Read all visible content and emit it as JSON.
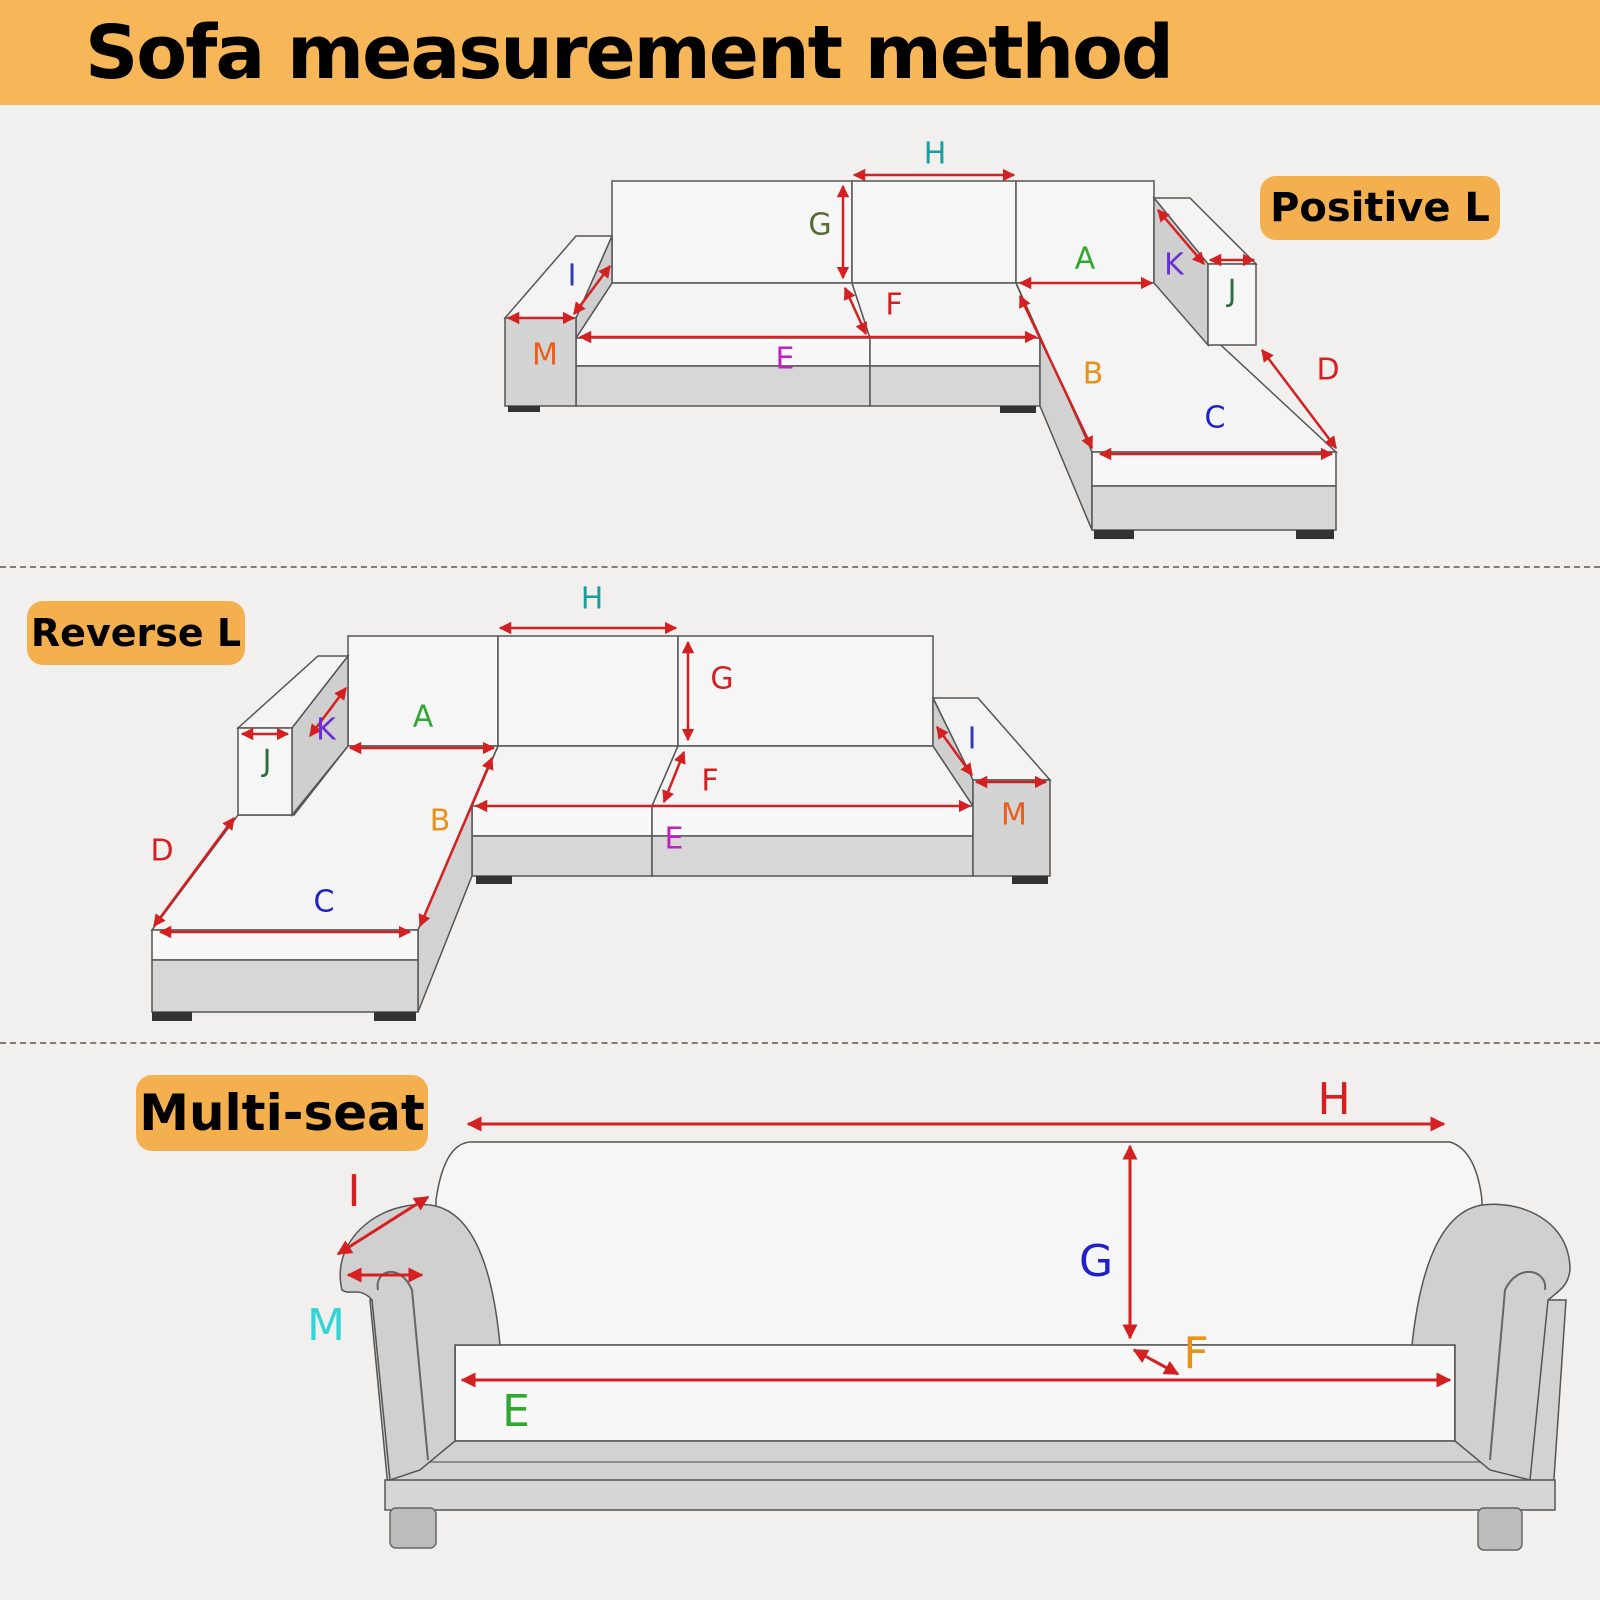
{
  "title": "Sofa measurement method",
  "sections": {
    "positive_l": "Positive L",
    "reverse_l": "Reverse L",
    "multi_seat": "Multi-seat"
  },
  "colors": {
    "header_bg": "#f7b658",
    "badge_bg": "#f4b04f",
    "arrow": "#d42020"
  },
  "positive_l": {
    "H": "H",
    "G": "G",
    "I": "I",
    "F": "F",
    "A": "A",
    "K": "K",
    "J": "J",
    "M": "M",
    "E": "E",
    "B": "B",
    "D": "D",
    "C": "C"
  },
  "reverse_l": {
    "H": "H",
    "G": "G",
    "K": "K",
    "J": "J",
    "A": "A",
    "I": "I",
    "F": "F",
    "M": "M",
    "B": "B",
    "E": "E",
    "D": "D",
    "C": "C"
  },
  "multi_seat": {
    "H": "H",
    "I": "I",
    "G": "G",
    "M": "M",
    "F": "F",
    "E": "E"
  }
}
